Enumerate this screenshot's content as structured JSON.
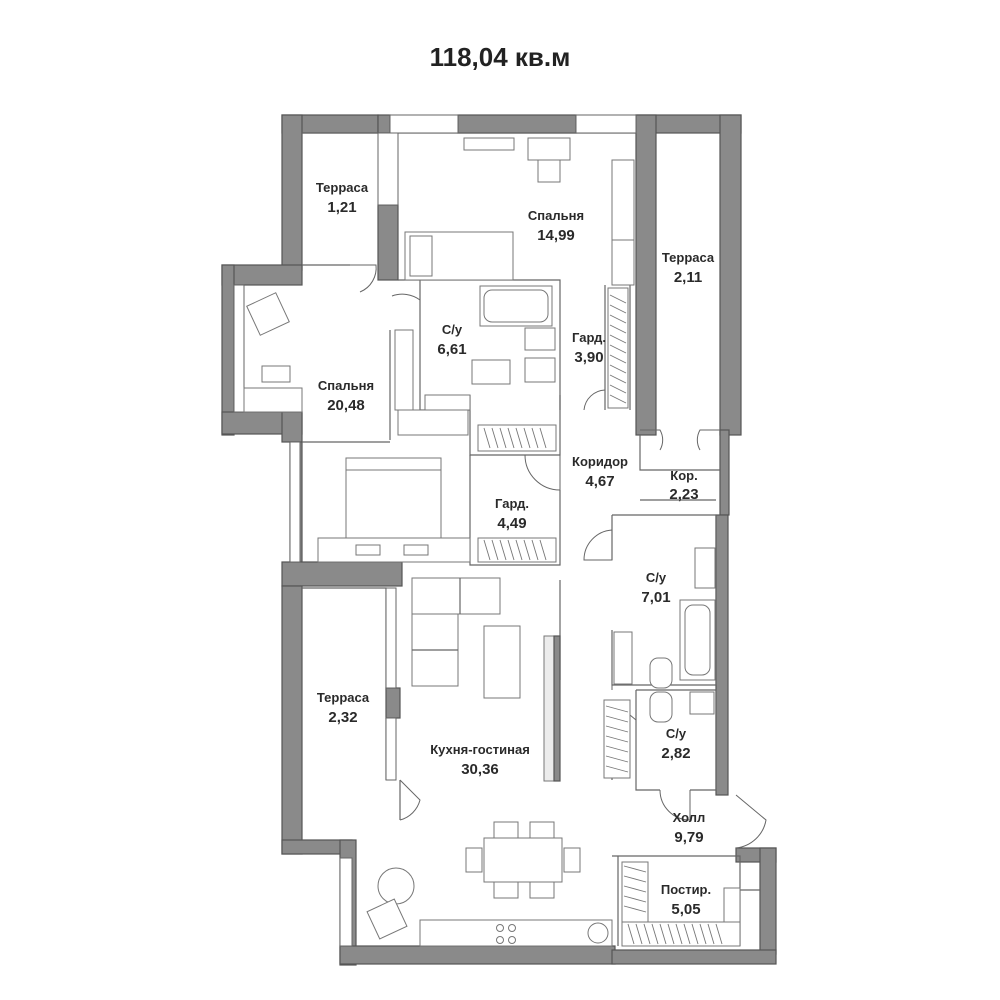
{
  "plan": {
    "total_area": "118,04 кв.м",
    "rooms": [
      {
        "id": "terrace-1",
        "name": "Терраса",
        "area": "1,21"
      },
      {
        "id": "bedroom-1",
        "name": "Спальня",
        "area": "14,99"
      },
      {
        "id": "terrace-2",
        "name": "Терраса",
        "area": "2,11"
      },
      {
        "id": "bathroom-1",
        "name": "С/у",
        "area": "6,61"
      },
      {
        "id": "wardrobe-1",
        "name": "Гард.",
        "area": "3,90"
      },
      {
        "id": "bedroom-2",
        "name": "Спальня",
        "area": "20,48"
      },
      {
        "id": "corridor-1",
        "name": "Коридор",
        "area": "4,67"
      },
      {
        "id": "corridor-2",
        "name": "Кор.",
        "area": "2,23"
      },
      {
        "id": "wardrobe-2",
        "name": "Гард.",
        "area": "4,49"
      },
      {
        "id": "bathroom-2",
        "name": "С/у",
        "area": "7,01"
      },
      {
        "id": "terrace-3",
        "name": "Терраса",
        "area": "2,32"
      },
      {
        "id": "kitchen-living",
        "name": "Кухня-гостиная",
        "area": "30,36"
      },
      {
        "id": "bathroom-3",
        "name": "С/у",
        "area": "2,82"
      },
      {
        "id": "hall",
        "name": "Холл",
        "area": "9,79"
      },
      {
        "id": "laundry",
        "name": "Постир.",
        "area": "5,05"
      }
    ]
  }
}
